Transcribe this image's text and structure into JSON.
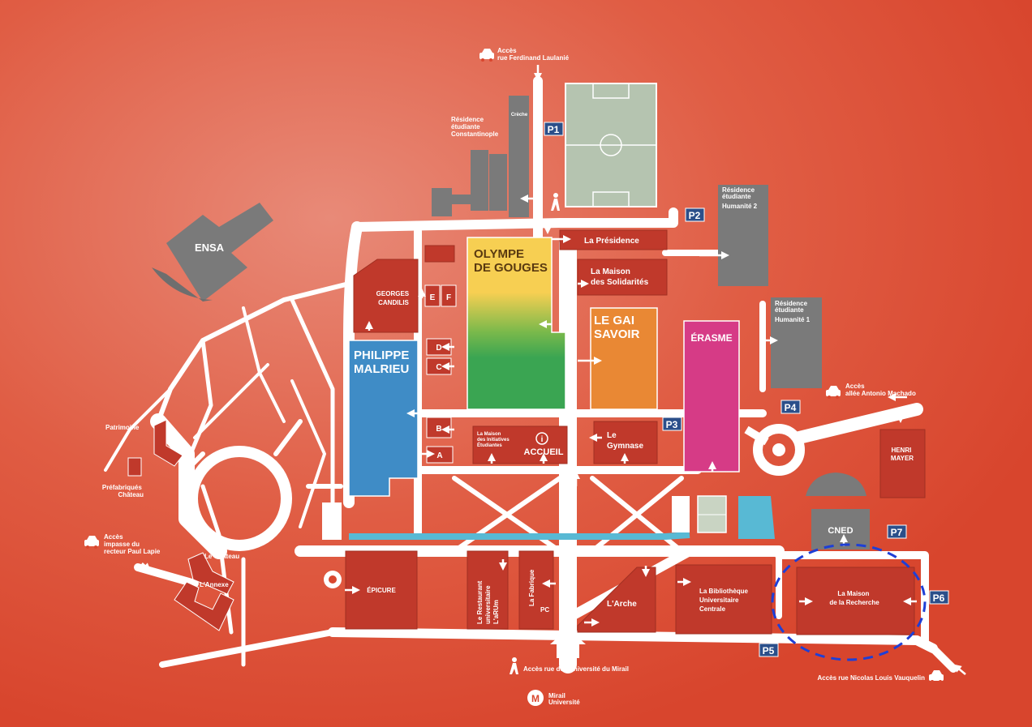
{
  "access": {
    "laulanie": "Accès rue Ferdinand Laulanié",
    "machado": "Accès allée Antonio Machado",
    "lapie": "Accès impasse du recteur Paul Lapie",
    "mirail": "Accès rue de l'Université du Mirail",
    "vauquelin": "Accès rue Nicolas Louis Vauquelin"
  },
  "parking": [
    "P1",
    "P2",
    "P3",
    "P4",
    "P5",
    "P6",
    "P7"
  ],
  "buildings": {
    "ensa": "ENSA",
    "creche": "Crèche",
    "constantinople": "Résidence étudiante Constantinople",
    "humanite2": "Résidence étudiante Humanité 2",
    "humanite1": "Résidence étudiante Humanité 1",
    "presidence": "La Présidence",
    "solidarites": "La Maison des Solidarités",
    "olympe": "OLYMPE DE GOUGES",
    "gaisavoir": "LE GAI SAVOIR",
    "erasme": "ÉRASME",
    "candilis": "GEORGES CANDILIS",
    "malrieu": "PHILIPPE MALRIEU",
    "e": "E",
    "f": "F",
    "d": "D",
    "c": "C",
    "b": "B",
    "a": "A",
    "initiatives": "La Maison des Initiatives Étudiantes",
    "accueil": "ACCUEIL",
    "gymnase": "Le Gymnase",
    "henrimayer": "HENRI MAYER",
    "cned": "CNED",
    "epicure": "ÉPICURE",
    "restaurant": "Le Restaurant universitaire L'aRUm",
    "fabrique": "La Fabrique",
    "pc": "PC",
    "arche": "L'Arche",
    "bibliotheque": "La Bibliothèque Universitaire Centrale",
    "recherche": "La Maison de la Recherche",
    "patrimoine": "Patrimoine",
    "prefabriques": "Préfabriqués Château",
    "chateau": "Le Château",
    "annexe": "L'Annexe"
  },
  "logo": "Mirail Université",
  "colors": {
    "background": "#d9472f",
    "road": "#ffffff",
    "building": "#c0392b",
    "grey": "#7a7a7a",
    "olympe_top": "#f7cf52",
    "olympe_bottom": "#3aa552",
    "gaisavoir": "#e98834",
    "erasme": "#d63b86",
    "malrieu": "#3f8cc6",
    "water": "#58b9d4",
    "highlight": "#1e3fd6"
  }
}
